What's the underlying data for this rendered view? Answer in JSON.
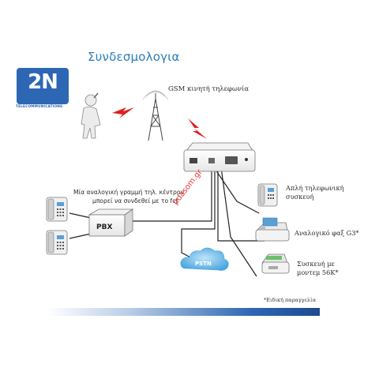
{
  "title": "Συνδεσμολογια",
  "logo": {
    "mark": "2N",
    "subtitle": "TELECOMMUNICATIONS"
  },
  "gsm_label": "GSM κινητή τηλεφωνία",
  "left_text": {
    "line1": "Μία αναλογική γραμμή τηλ. κέντρου",
    "line2": "μπορεί να συνδεθεί με το fct"
  },
  "pbx_label": "PBX",
  "pstn_label": "PSTN",
  "devices": [
    {
      "line1": "Απλή τηλεφωνική",
      "line2": "συσκευή"
    },
    {
      "line1": "Αναλογικό φαξ G3*",
      "line2": ""
    },
    {
      "line1": "Συσκευή με",
      "line2": "μοντεμ 56K*"
    }
  ],
  "footnote": "*Ειδική παραγγελία",
  "watermark": "pdasom.gr",
  "colors": {
    "accent": "#2a7dbd",
    "brand": "#2d67b4",
    "lightning": "#e02020",
    "cloud": "#6fb8e8"
  },
  "icons": [
    "person-with-phone-icon",
    "antenna-tower-icon",
    "lightning-icon",
    "fct-terminal-icon",
    "desk-phone-icon",
    "fax-icon",
    "modem-icon",
    "pbx-icon",
    "cloud-icon"
  ]
}
